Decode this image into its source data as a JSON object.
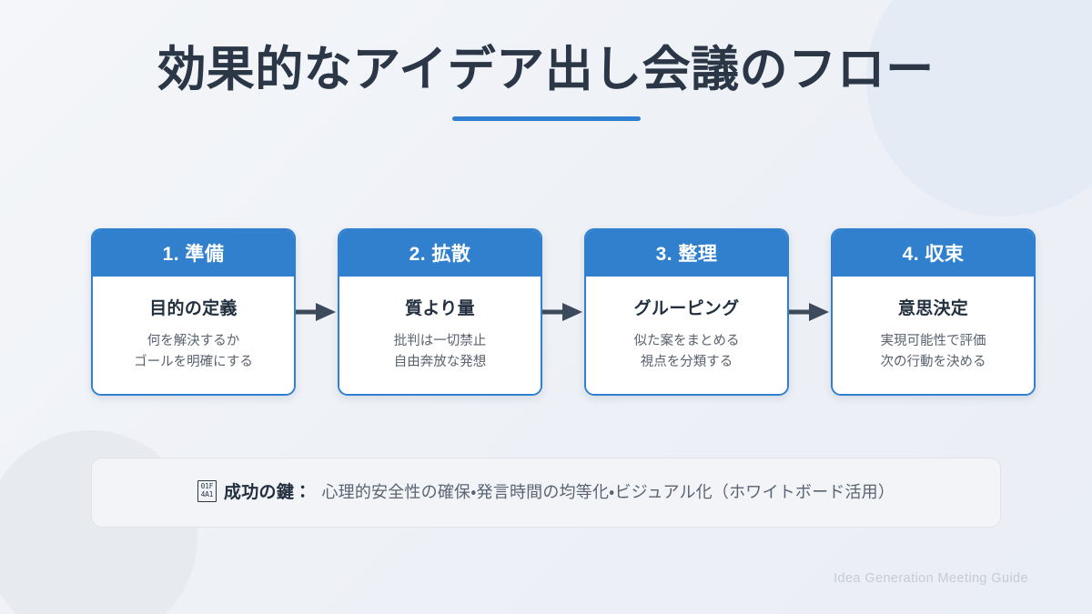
{
  "title": {
    "text": "効果的なアイデア出し会議のフロー",
    "rule_color": "#2f80d0"
  },
  "theme": {
    "accent": "#3080ce",
    "background": "#f2f4f8",
    "heading_color": "#2b3647",
    "body_text_color": "#58616e",
    "arrow_color": "#3d4a5c"
  },
  "flow": {
    "steps": [
      {
        "header": "1. 準備",
        "title": "目的の定義",
        "lines": [
          "何を解決するか",
          "ゴールを明確にする"
        ]
      },
      {
        "header": "2. 拡散",
        "title": "質より量",
        "lines": [
          "批判は一切禁止",
          "自由奔放な発想"
        ]
      },
      {
        "header": "3. 整理",
        "title": "グルーピング",
        "lines": [
          "似た案をまとめる",
          "視点を分類する"
        ]
      },
      {
        "header": "4. 収束",
        "title": "意思決定",
        "lines": [
          "実現可能性で評価",
          "次の行動を決める"
        ]
      }
    ]
  },
  "note": {
    "icon": "light-bulb-icon",
    "icon_codepoint_top": "01F",
    "icon_codepoint_bottom": "4A1",
    "label": "成功の鍵：",
    "text": "心理的安全性の確保・発言時間の均等化・ビジュアル化（ホワイトボード活用）"
  },
  "watermark": {
    "text": "Idea Generation Meeting Guide"
  }
}
